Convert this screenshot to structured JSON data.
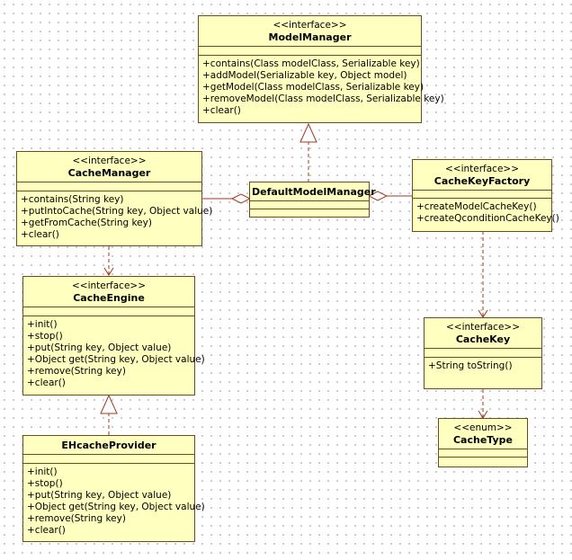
{
  "classes": {
    "model_manager": {
      "stereotype": "<<interface>>",
      "name": "ModelManager",
      "ops": [
        "+contains(Class modelClass, Serializable key)",
        "+addModel(Serializable key, Object model)",
        "+getModel(Class modelClass, Serializable key)",
        "+removeModel(Class modelClass, Serializable key)",
        "+clear()"
      ]
    },
    "cache_manager": {
      "stereotype": "<<interface>>",
      "name": "CacheManager",
      "ops": [
        "+contains(String key)",
        "+putIntoCache(String key, Object value)",
        "+getFromCache(String key)",
        "+clear()"
      ]
    },
    "default_model_manager": {
      "name": "DefaultModelManager"
    },
    "cache_key_factory": {
      "stereotype": "<<interface>>",
      "name": "CacheKeyFactory",
      "ops": [
        "+createModelCacheKey()",
        "+createQconditionCacheKey()"
      ]
    },
    "cache_engine": {
      "stereotype": "<<interface>>",
      "name": "CacheEngine",
      "ops": [
        "+init()",
        "+stop()",
        "+put(String key, Object value)",
        "+Object get(String key, Object value)",
        "+remove(String key)",
        "+clear()"
      ]
    },
    "cache_key": {
      "stereotype": "<<interface>>",
      "name": "CacheKey",
      "ops": [
        "+String toString()"
      ]
    },
    "cache_type": {
      "stereotype": "<<enum>>",
      "name": "CacheType"
    },
    "ehcache_provider": {
      "name": "EHcacheProvider",
      "ops": [
        "+init()",
        "+stop()",
        "+put(String key, Object value)",
        "+Object get(String key, Object value)",
        "+remove(String key)",
        "+clear()"
      ]
    }
  },
  "colors": {
    "class_fill": "#ffffc0",
    "class_border": "#6b4c22",
    "connector": "#a0391c"
  }
}
